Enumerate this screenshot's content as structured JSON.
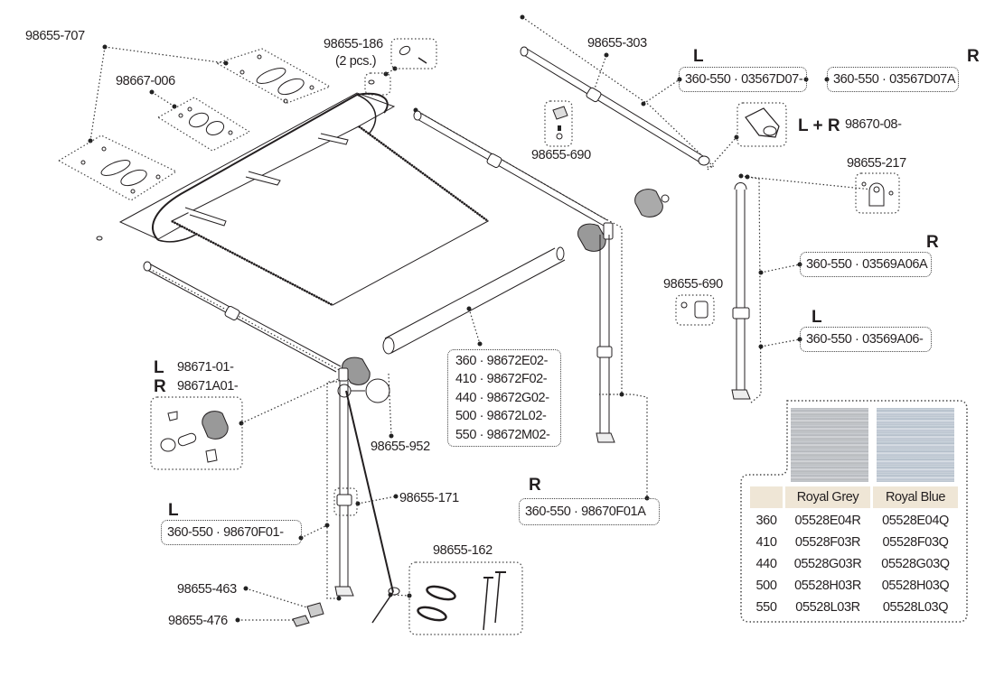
{
  "diagram": {
    "title": "Awning exploded parts diagram",
    "labels": {
      "p707": "98655-707",
      "p006": "98667-006",
      "p186": "98655-186",
      "p186_qty": "(2 pcs.)",
      "p303": "98655-303",
      "p690_top": "98655-690",
      "p690_mid": "98655-690",
      "p217": "98655-217",
      "p952": "98655-952",
      "p171": "98655-171",
      "p162": "98655-162",
      "p463": "98655-463",
      "p476": "98655-476",
      "p0870_08": "98670-08-",
      "lr": "L + R",
      "p98671_L_side": "L",
      "p98671_L": "98671-01-",
      "p98671_R_side": "R",
      "p98671_R": "98671A01-"
    },
    "part_boxes": {
      "rail_L": {
        "side": "L",
        "text": "360-550 · 03567D07-"
      },
      "rail_R": {
        "side": "R",
        "text": "360-550 · 03567D07A"
      },
      "leg_right_R": {
        "side": "R",
        "text": "360-550 · 03569A06A"
      },
      "leg_right_L": {
        "side": "L",
        "text": "360-550 · 03569A06-"
      },
      "leg_left_L": {
        "side": "L",
        "text": "360-550 · 98670F01-"
      },
      "leg_left_R": {
        "side": "R",
        "text": "360-550 · 98670F01A"
      }
    },
    "roller_tube": [
      "360 · 98672E02-",
      "410 · 98672F02-",
      "440 · 98672G02-",
      "500 · 98672L02-",
      "550 · 98672M02-"
    ],
    "fabric_table": {
      "swatch_colors": {
        "royal_grey": "#bfc2c6",
        "royal_blue": "#bcc6d1"
      },
      "header_bg": "#efe6d6",
      "columns": [
        "",
        "Royal Grey",
        "Royal Blue"
      ],
      "rows": [
        [
          "360",
          "05528E04R",
          "05528E04Q"
        ],
        [
          "410",
          "05528F03R",
          "05528F03Q"
        ],
        [
          "440",
          "05528G03R",
          "05528G03Q"
        ],
        [
          "500",
          "05528H03R",
          "05528H03Q"
        ],
        [
          "550",
          "05528L03R",
          "05528L03Q"
        ]
      ]
    }
  }
}
